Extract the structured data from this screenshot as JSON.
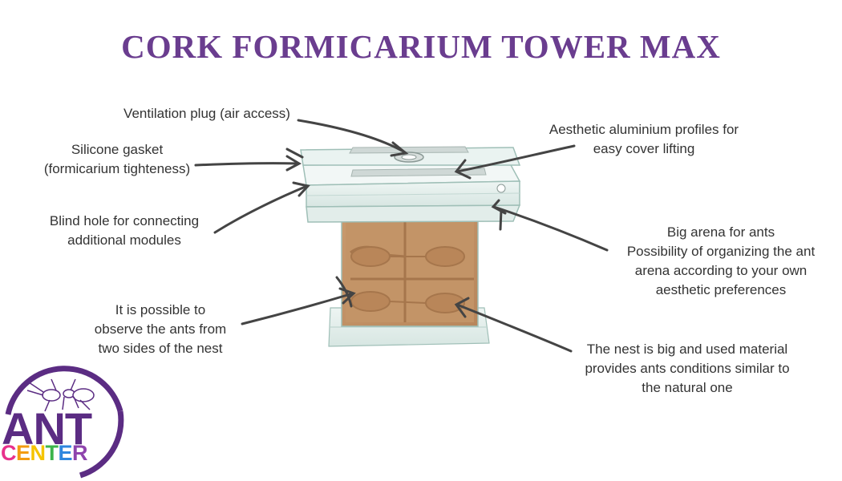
{
  "title": "CORK FORMICARIUM TOWER MAX",
  "labels": {
    "ventilation": [
      "Ventilation plug (air access)"
    ],
    "gasket": [
      "Silicone gasket",
      "(formicarium tighteness)"
    ],
    "blind_hole": [
      "Blind hole for connecting",
      "additional modules"
    ],
    "observe": [
      "It is possible to",
      "observe the ants from",
      "two sides of the nest"
    ],
    "profiles": [
      "Aesthetic aluminium profiles for",
      "easy cover lifting"
    ],
    "arena": [
      "Big arena for ants",
      "Possibility of organizing the ant",
      "arena according to your own",
      "aesthetic preferences"
    ],
    "nest": [
      "The nest is big and used material",
      "provides ants conditions similar to",
      "the natural one"
    ]
  },
  "logo": {
    "line1": "ANT",
    "line2_letters": [
      "C",
      "E",
      "N",
      "T",
      "E",
      "R"
    ],
    "line2_colors": [
      "#e8308c",
      "#f39c12",
      "#f5c400",
      "#3cb44b",
      "#2e86de",
      "#8e44ad"
    ]
  },
  "colors": {
    "title": "#6a3d8f",
    "cork": "#c4956a",
    "arrow": "#444444",
    "logo_purple": "#5b2c83"
  }
}
